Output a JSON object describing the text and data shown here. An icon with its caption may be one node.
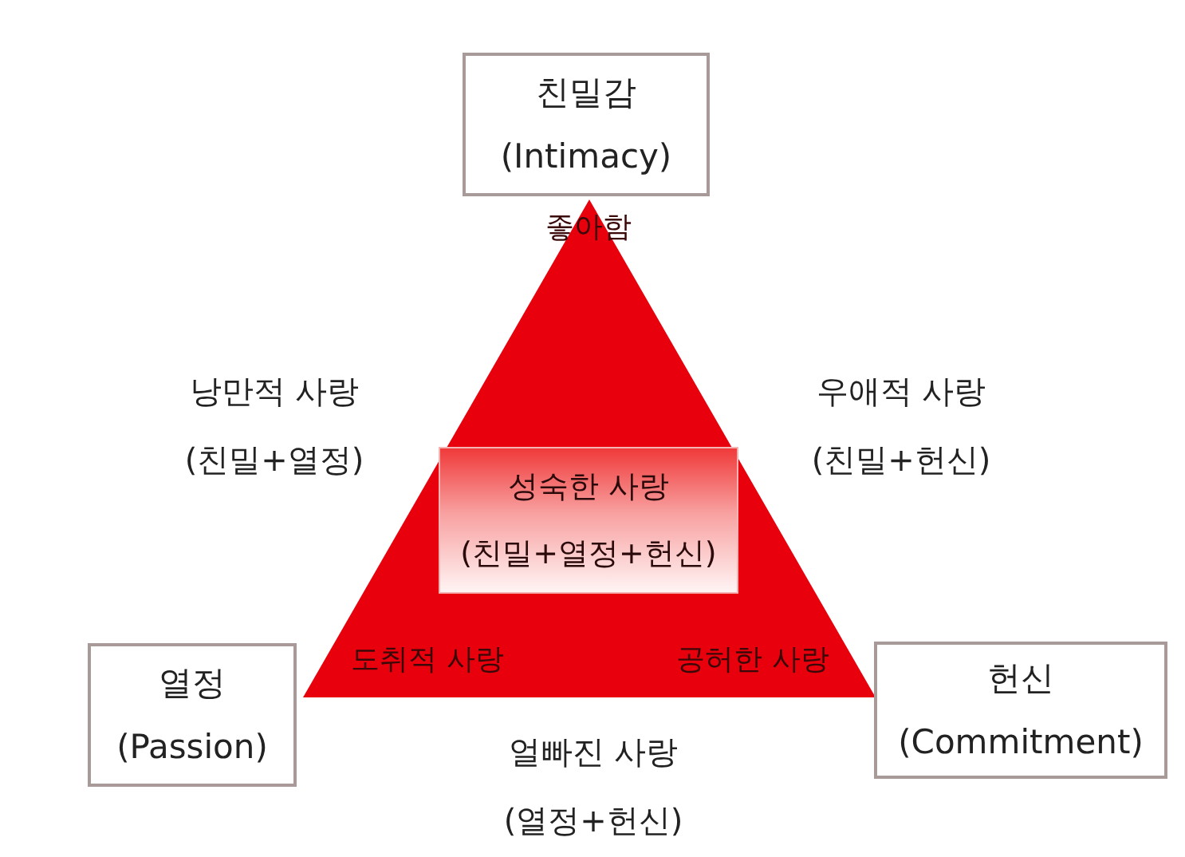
{
  "diagram": {
    "nodes": [
      {
        "text": [
          "친밀감 (Intimacy)"
        ]
      },
      {
        "text": [
          "좋아함",
          "도취적 사랑",
          "공허한 사랑"
        ]
      },
      {
        "text": [
          "성숙한 사랑 (친밀+열정+헌신)"
        ],
        "in": 1
      },
      {
        "text": [
          "열정 (Passion)"
        ]
      },
      {
        "text": [
          "헌신 (Commitment)"
        ]
      }
    ],
    "labels": [
      "낭만적 사랑 (친밀+열정)",
      "우애적 사랑 (친밀+헌신)",
      "얼빠진 사랑 (열정+헌신)"
    ]
  }
}
